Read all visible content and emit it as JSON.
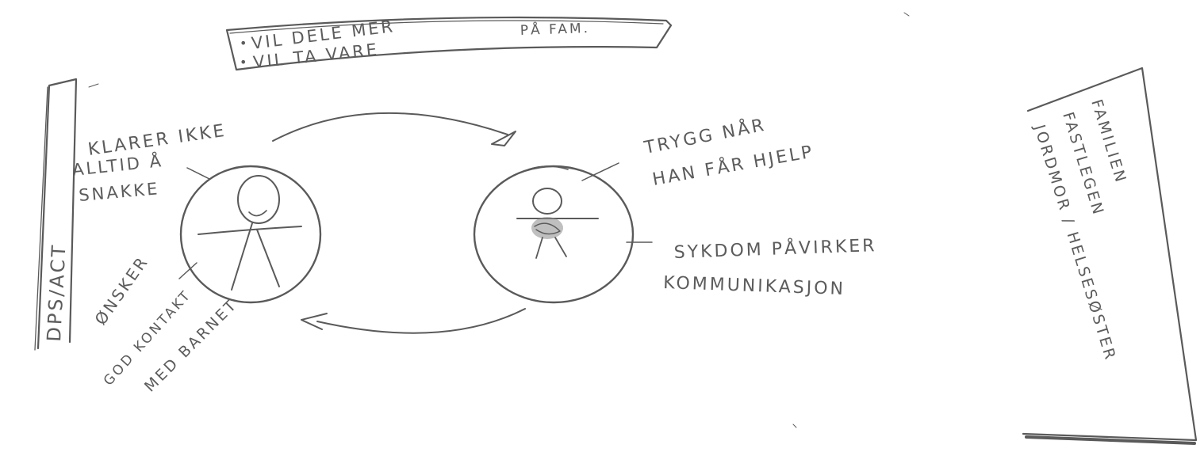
{
  "top_box": {
    "line1": "VIL DELE MER",
    "line1_suffix": "PÅ FAM.",
    "line2": "VIL TA VARE"
  },
  "left_box": {
    "label": "DPS/ACT"
  },
  "right_box": {
    "line1": "FAMILIEN",
    "line2": "FASTLEGEN",
    "line3": "JORDMOR / HELSESØSTER"
  },
  "left_person": {
    "top_note": [
      "KLARER IKKE",
      "ALLTID Å",
      "SNAKKE"
    ],
    "bottom_note": [
      "ØNSKER",
      "GOD KONTAKT",
      "MED BARNET"
    ]
  },
  "right_person": {
    "top_note": [
      "TRYGG NÅR",
      "HAN FÅR HJELP"
    ],
    "side_note": [
      "SYKDOM PÅVIRKER",
      "KOMMUNIKASJON"
    ]
  }
}
